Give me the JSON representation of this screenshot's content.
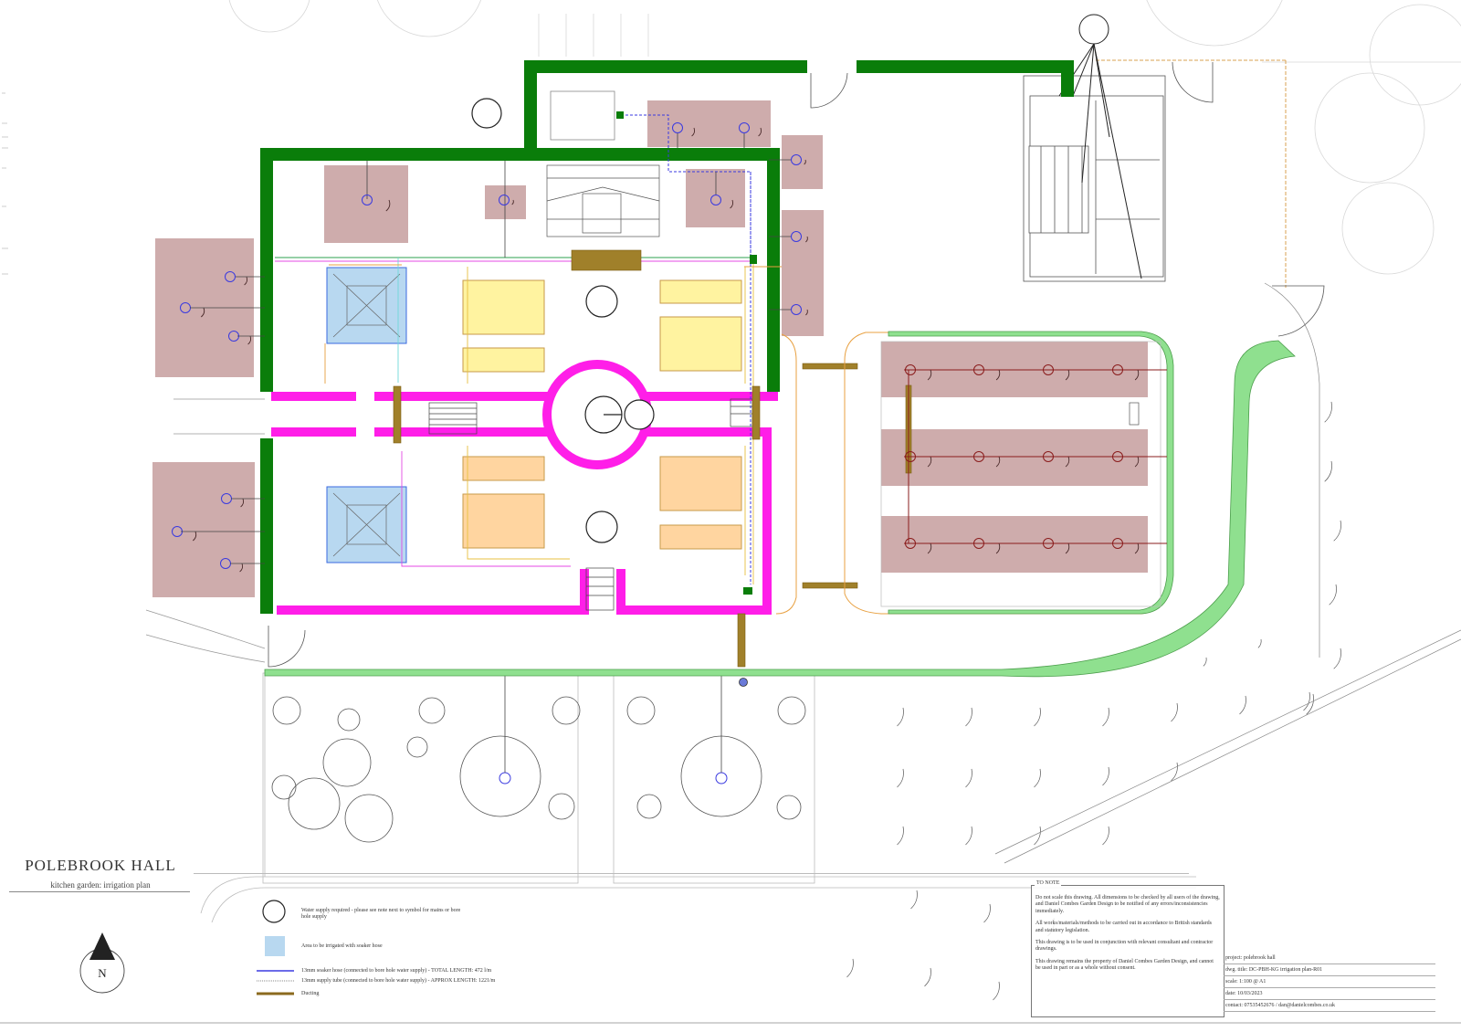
{
  "title": {
    "main": "POLEBROOK HALL",
    "sub": "kitchen garden: irrigation plan"
  },
  "north_label": "N",
  "legend": {
    "water_supply": "Water supply required - please see note next to symbol for mains or bore hole supply",
    "soaker_area": "Area to be irrigated with soaker hose",
    "soaker_hose": "13mm soaker hose (connected to bore hole water supply) - TOTAL LENGTH: 472 l/m",
    "supply_tube": "13mm supply tube (connected to bore hole water supply) - APPROX LENGTH: 1221/m",
    "ducting": "Ducting"
  },
  "notes": {
    "heading": "TO NOTE",
    "p1": "Do not scale this drawing.  All dimensions to be checked by all users of the drawing, and Daniel Combes Garden Design  to be notified of any errors/inconsistencies immediately.",
    "p2": "All works/materials/methods to be carried out in accordance to British standards and statutory legislation.",
    "p3": "This drawing is to be used in conjunction with relevant consultant and contractor drawings.",
    "p4": "This drawing remains the property of Daniel Combes Garden Design, and cannot be used in part or as a whole without consent."
  },
  "info": {
    "project": "project: polebrook hall",
    "dwg_title": "dwg. title: DC-PBH-KG irrigation plan-R01",
    "scale": "scale: 1:100 @ A1",
    "date": "date: 10/03/2023",
    "contact": "contact: 07535452676  /  dan@danielcombes.co.uk"
  },
  "colors": {
    "wall_green": "#0a7d0a",
    "wall_light_green": "#8fe08f",
    "wall_magenta": "#ff1ee8",
    "tree_zone": "#c9a3a3",
    "soaker_area": "#b8d8f0",
    "bed_yellow": "#fff3a0",
    "bed_orange": "#ffd5a0",
    "ducting": "#8b6a1e",
    "supply_blue": "#3a3ae0"
  }
}
